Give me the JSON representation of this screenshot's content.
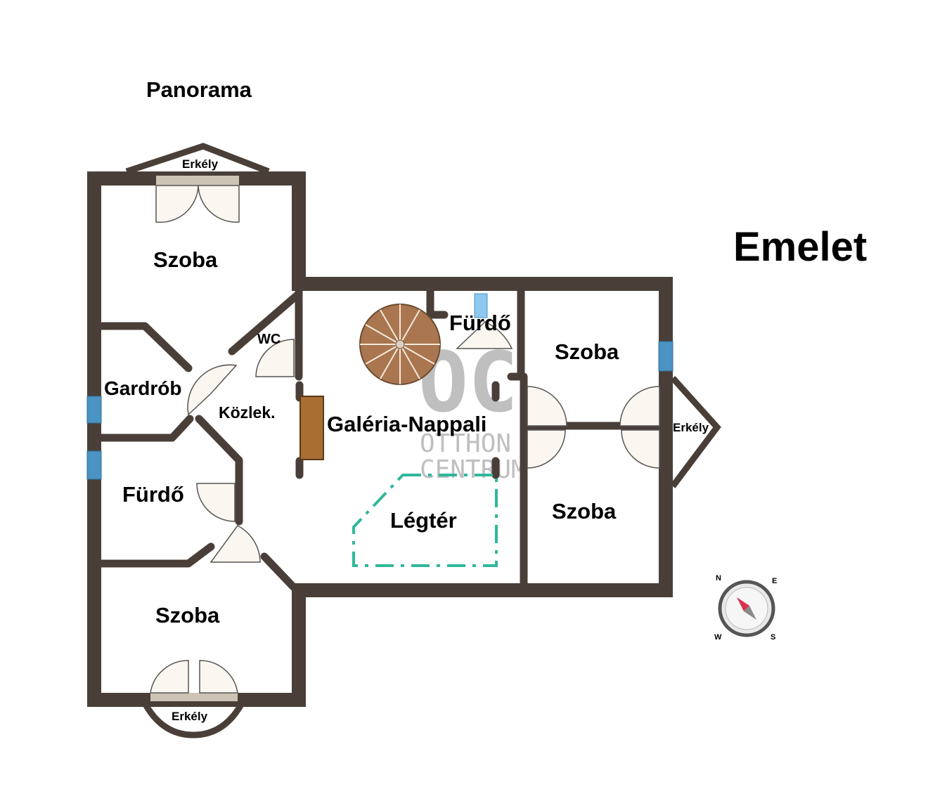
{
  "plan": {
    "title": "Panorama",
    "level": "Emelet"
  },
  "rooms": {
    "szoba_top_left": "Szoba",
    "erkely_top": "Erkély",
    "wc": "WC",
    "gardrob": "Gardrób",
    "kozlek": "Közlek.",
    "galeria_nappali": "Galéria-Nappali",
    "furdo_center": "Fürdő",
    "szoba_right_top": "Szoba",
    "erkely_right": "Erkély",
    "szoba_right_bottom": "Szoba",
    "furdo_left": "Fürdő",
    "legter": "Légtér",
    "szoba_bottom_left": "Szoba",
    "erkely_bottom": "Erkély"
  },
  "watermark": {
    "logo": "OC",
    "line1": "OTTHON",
    "line2": "CENTRUM"
  },
  "compass": {
    "n": "N",
    "e": "E",
    "s": "S",
    "w": "W"
  },
  "colors": {
    "wall": "#4a3f38",
    "window": "#4a93c3",
    "airspace": "#2fb89a",
    "stair": "#a9764f",
    "compass_needle": "#d9304f"
  }
}
